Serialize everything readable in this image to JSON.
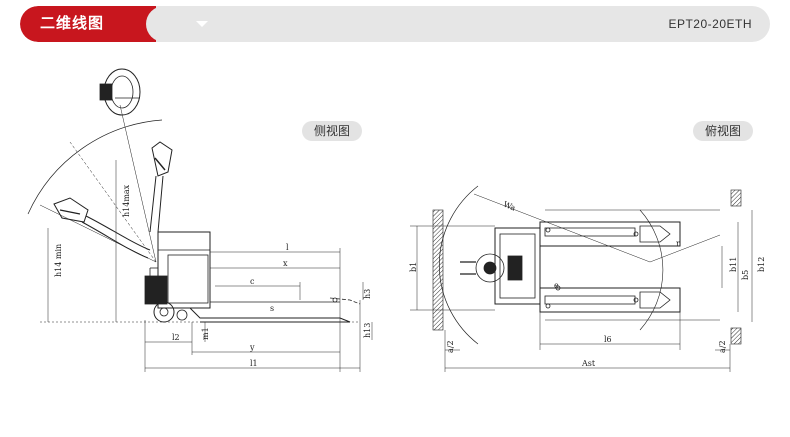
{
  "header": {
    "title": "二维线图",
    "model": "EPT20-20ETH"
  },
  "views": {
    "side": "侧视图",
    "top": "俯视图"
  },
  "side_dims": {
    "l": "l",
    "x": "x",
    "c": "c",
    "s": "s",
    "h3": "h3",
    "h13": "h13",
    "l2": "l2",
    "y": "y",
    "l1": "l1",
    "m1": "m1",
    "h14max": "h14max",
    "h14min": "h14 min"
  },
  "top_dims": {
    "b1": "b1",
    "b11": "b11",
    "b12": "b12",
    "b5": "b5",
    "e": "e",
    "l6": "l6",
    "a2_left": "a/2",
    "a2_right": "a/2",
    "ast": "Ast",
    "wa": "Wa",
    "r": "r"
  },
  "colors": {
    "brand": "#c8161e",
    "header_bg": "#e6e6e6"
  }
}
